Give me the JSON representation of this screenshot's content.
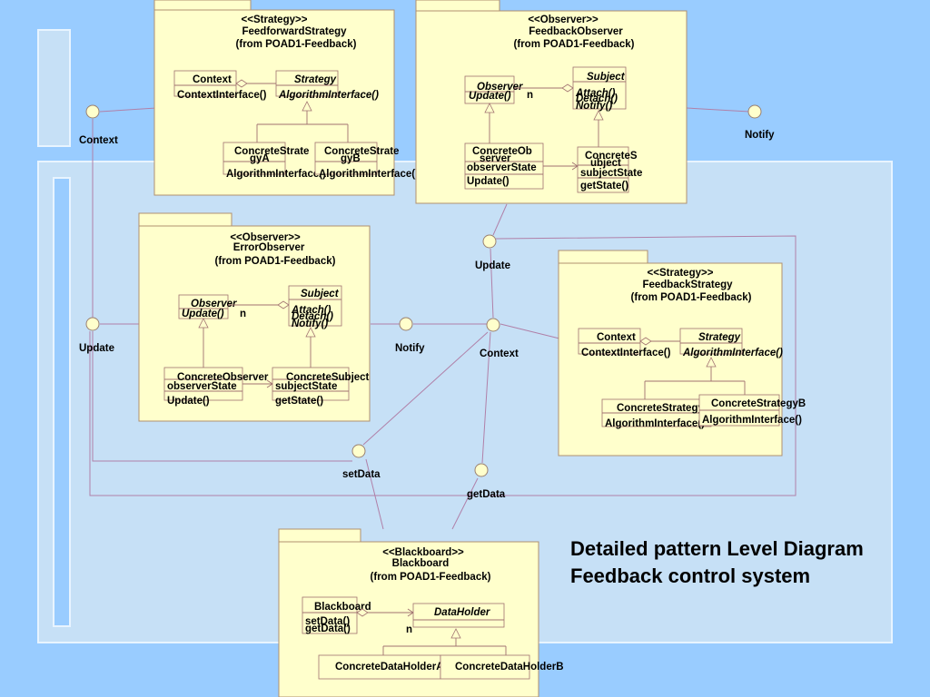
{
  "title": {
    "line1": "Detailed pattern Level Diagram",
    "line2": "Feedback control system"
  },
  "packages": {
    "feedforward_strategy": {
      "stereotype": "<<Strategy>>",
      "name": "FeedforwardStrategy",
      "origin": "(from POAD1-Feedback)",
      "context_name": "Context",
      "context_op": "ContextInterface()",
      "strategy_name": "Strategy",
      "strategy_op": "AlgorithmInterface()",
      "concrete_a_line1": "ConcreteStrate",
      "concrete_a_line2": "gyA",
      "concrete_a_op": "AlgorithmInterface()",
      "concrete_b_line1": "ConcreteStrate",
      "concrete_b_line2": "gyB",
      "concrete_b_op": "AlgorithmInterface()"
    },
    "feedback_observer": {
      "stereotype": "<<Observer>>",
      "name": "FeedbackObserver",
      "origin": "(from POAD1-Feedback)",
      "observer_name": "Observer",
      "observer_op": "Update()",
      "multiplicity": "n",
      "subject_name": "Subject",
      "subject_op1": "Attach()",
      "subject_op2": "Detach()",
      "subject_op3": "Notify()",
      "concrete_observer_line1": "ConcreteOb",
      "concrete_observer_line2": "server",
      "concrete_observer_attr": "observerState",
      "concrete_observer_op": "Update()",
      "concrete_subject_line1": "ConcreteS",
      "concrete_subject_line2": "ubject",
      "concrete_subject_attr": "subjectState",
      "concrete_subject_op": "getState()"
    },
    "error_observer": {
      "stereotype": "<<Observer>>",
      "name": "ErrorObserver",
      "origin": "(from POAD1-Feedback)",
      "observer_name": "Observer",
      "observer_op": "Update()",
      "multiplicity": "n",
      "subject_name": "Subject",
      "subject_op1": "Attach()",
      "subject_op2": "Detach()",
      "subject_op3": "Notify()",
      "concrete_observer_name": "ConcreteObserver",
      "concrete_observer_attr": "observerState",
      "concrete_observer_op": "Update()",
      "concrete_subject_name": "ConcreteSubject",
      "concrete_subject_attr": "subjectState",
      "concrete_subject_op": "getState()"
    },
    "feedback_strategy": {
      "stereotype": "<<Strategy>>",
      "name": "FeedbackStrategy",
      "origin": "(from POAD1-Feedback)",
      "context_name": "Context",
      "context_op": "ContextInterface()",
      "strategy_name": "Strategy",
      "strategy_op": "AlgorithmInterface()",
      "concrete_a_name": "ConcreteStrategyA",
      "concrete_a_op": "AlgorithmInterface()",
      "concrete_b_name": "ConcreteStrategyB",
      "concrete_b_op": "AlgorithmInterface()"
    },
    "blackboard": {
      "stereotype": "<<Blackboard>>",
      "name": "Blackboard",
      "origin": "(from POAD1-Feedback)",
      "blackboard_name": "Blackboard",
      "blackboard_op1": "setData()",
      "blackboard_op2": "getData()",
      "multiplicity": "n",
      "dataholder_name": "DataHolder",
      "concrete_a_name": "ConcreteDataHolderA",
      "concrete_b_name": "ConcreteDataHolderB"
    }
  },
  "interfaces": {
    "context_outer": "Context",
    "notify_outer": "Notify",
    "update_top": "Update",
    "update_left": "Update",
    "notify_mid": "Notify",
    "context_mid": "Context",
    "set_data": "setData",
    "get_data": "getData"
  }
}
